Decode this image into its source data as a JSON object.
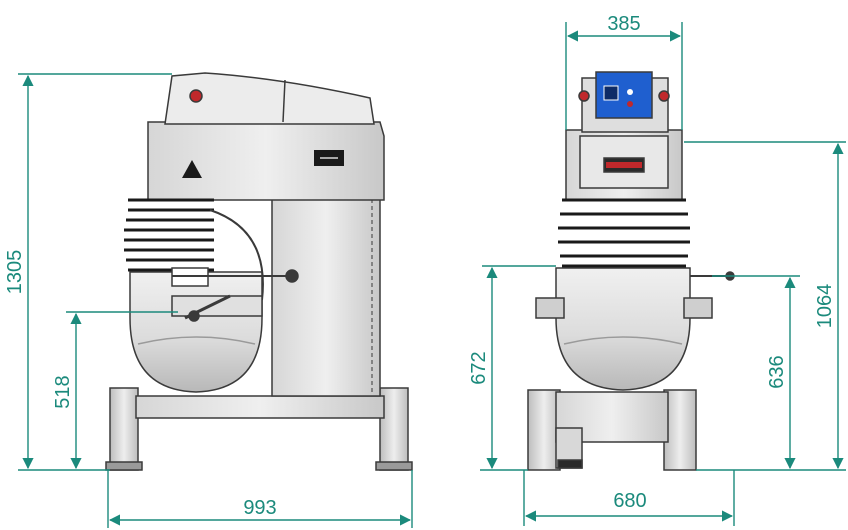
{
  "colors": {
    "dimension": "#1b8a7c",
    "outline": "#3a3a3a",
    "body_light": "#e6e6e6",
    "body_mid": "#cfcfcf",
    "body_dark": "#8a8a8a",
    "grille": "#1a1a1a",
    "control_panel": "#1f5fcf",
    "knob_red": "#c0282b",
    "text": "#1a1a1a"
  },
  "dimensions": {
    "overall_height": "1305",
    "bowl_rim_height_side": "518",
    "overall_depth": "993",
    "top_width": "385",
    "bowl_height_front": "672",
    "base_width": "680",
    "bowl_rim_height_front": "636",
    "column_height_front": "1064"
  },
  "views": {
    "side": {
      "icons": [
        "warning-triangle-icon",
        "label-plate-icon"
      ]
    },
    "front": {
      "icons": [
        "control-panel-icon"
      ]
    }
  }
}
